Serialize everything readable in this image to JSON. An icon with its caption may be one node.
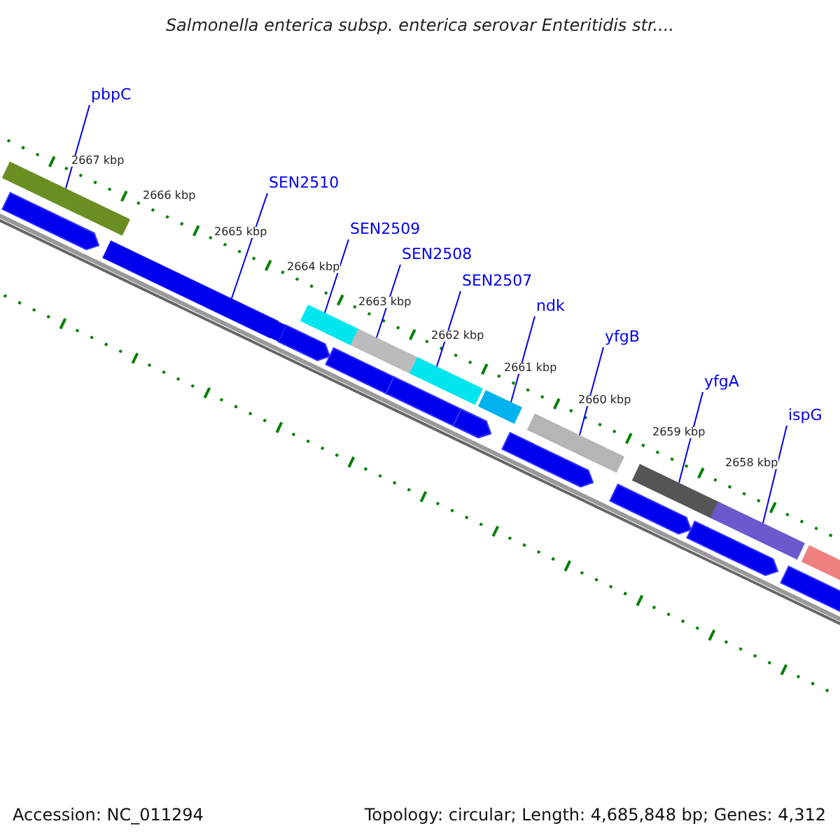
{
  "diagram": {
    "title": "Salmonella enterica subsp. enterica serovar Enteritidis str....",
    "nodes": [
      {
        "text": [
          "pbpC"
        ]
      },
      {
        "text": [
          "SEN2510"
        ]
      },
      {
        "text": [
          "SEN2509"
        ]
      },
      {
        "text": [
          "SEN2508"
        ]
      },
      {
        "text": [
          "SEN2507"
        ]
      },
      {
        "text": [
          "ndk"
        ]
      },
      {
        "text": [
          "yfgB"
        ]
      },
      {
        "text": [
          "yfgA"
        ]
      },
      {
        "text": [
          "ispG"
        ]
      },
      {
        "text": [],
        "shape": "bar"
      },
      {
        "text": [],
        "shape": "bar"
      },
      {
        "text": [],
        "shape": "bar"
      },
      {
        "text": [],
        "shape": "bar"
      },
      {
        "text": [],
        "shape": "bar"
      },
      {
        "text": [],
        "shape": "bar"
      },
      {
        "text": [],
        "shape": "bar"
      },
      {
        "text": [],
        "shape": "bar"
      },
      {
        "text": [],
        "shape": "bar"
      }
    ],
    "edges": [
      {
        "from": 0,
        "to": 9,
        "arrow": "none"
      },
      {
        "from": 1,
        "to": 10,
        "arrow": "none"
      },
      {
        "from": 2,
        "to": 11,
        "arrow": "none"
      },
      {
        "from": 3,
        "to": 12,
        "arrow": "none"
      },
      {
        "from": 4,
        "to": 13,
        "arrow": "none"
      },
      {
        "from": 5,
        "to": 14,
        "arrow": "none"
      },
      {
        "from": 6,
        "to": 15,
        "arrow": "none"
      },
      {
        "from": 7,
        "to": 16,
        "arrow": "none"
      },
      {
        "from": 8,
        "to": 17,
        "arrow": "none"
      }
    ],
    "labels": [
      "2667 kbp",
      "2666 kbp",
      "2665 kbp",
      "2664 kbp",
      "2663 kbp",
      "2662 kbp",
      "2661 kbp",
      "2660 kbp",
      "2659 kbp",
      "2658 kbp",
      "Accession: NC_011294",
      "Topology: circular; Length: 4,685,848 bp; Genes: 4,312"
    ]
  }
}
